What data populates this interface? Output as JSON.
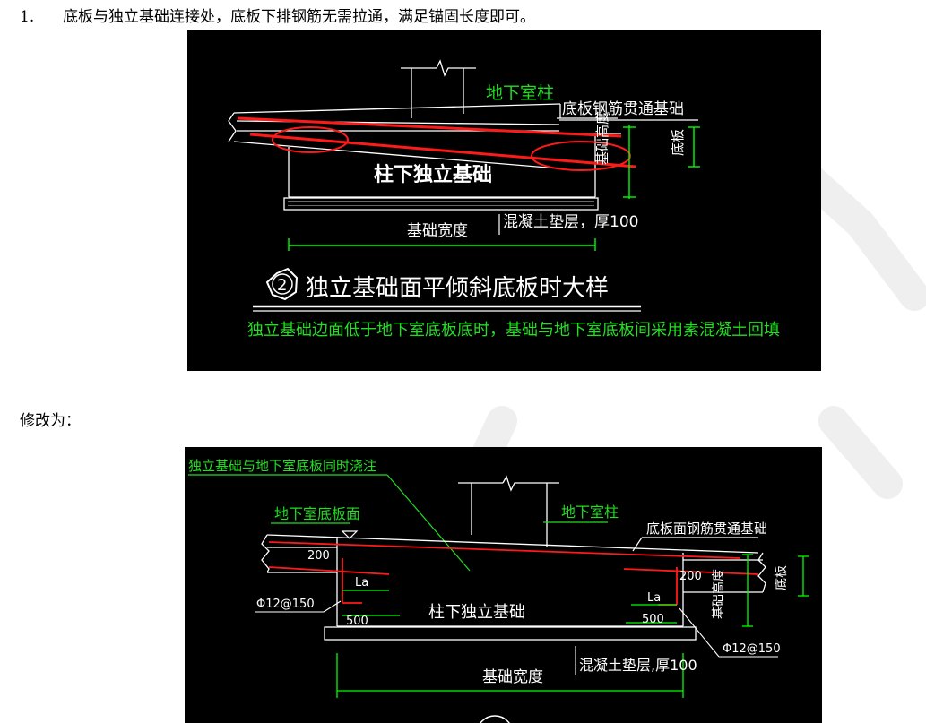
{
  "paragraph1": {
    "number": "1.",
    "text": "底板与独立基础连接处，底板下排钢筋无需拉通，满足锚固长度即可。"
  },
  "paragraph2": {
    "text": "修改为："
  },
  "drawing1": {
    "column_label": "地下室柱",
    "rebar_label": "底板钢筋贯通基础",
    "foundation_height_label": "基础高度",
    "slab_thickness_label": "底板",
    "foundation_label": "柱下独立基础",
    "width_label": "基础宽度",
    "cushion_label": "混凝土垫层，厚100",
    "title_number": "2",
    "title": "独立基础面平倾斜底板时大样",
    "note": "独立基础边面低于地下室底板底时，基础与地下室底板间采用素混凝土回填"
  },
  "drawing2": {
    "pour_note": "独立基础与地下室底板同时浇注",
    "slab_top_label": "地下室底板面",
    "column_label": "地下室柱",
    "rebar_label": "底板面钢筋贯通基础",
    "dim_200_left": "200",
    "dim_200_right": "200",
    "la_left": "La",
    "la_right": "La",
    "bar_left": "Φ12@150",
    "bar_right": "Φ12@150",
    "dim_500_left": "500",
    "dim_500_right": "500",
    "foundation_label": "柱下独立基础",
    "foundation_height_label": "基础高度",
    "slab_thickness_label": "底板",
    "width_label": "基础宽度",
    "cushion_label": "混凝土垫层,厚100"
  },
  "colors": {
    "cad_background": "#000000",
    "line_white": "#ffffff",
    "rebar_red": "#ff1a1a",
    "label_green": "#22dd22",
    "dim_green": "#00ff00",
    "watermark": "#eeeeee"
  }
}
